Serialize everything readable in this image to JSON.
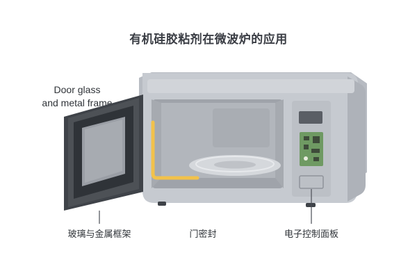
{
  "title": "有机硅胶粘剂在微波炉的应用",
  "callout": {
    "line1": "Door glass",
    "line2": "and metal frame"
  },
  "labels": {
    "glass_frame": "玻璃与金属框架",
    "door_seal": "门密封",
    "control_panel": "电子控制面板"
  },
  "colors": {
    "body": "#c4c8ce",
    "cavity": "#a9adb4",
    "seal": "#f2c24b",
    "pcb": "#6f9a63",
    "door_frame": "#4d5156"
  }
}
